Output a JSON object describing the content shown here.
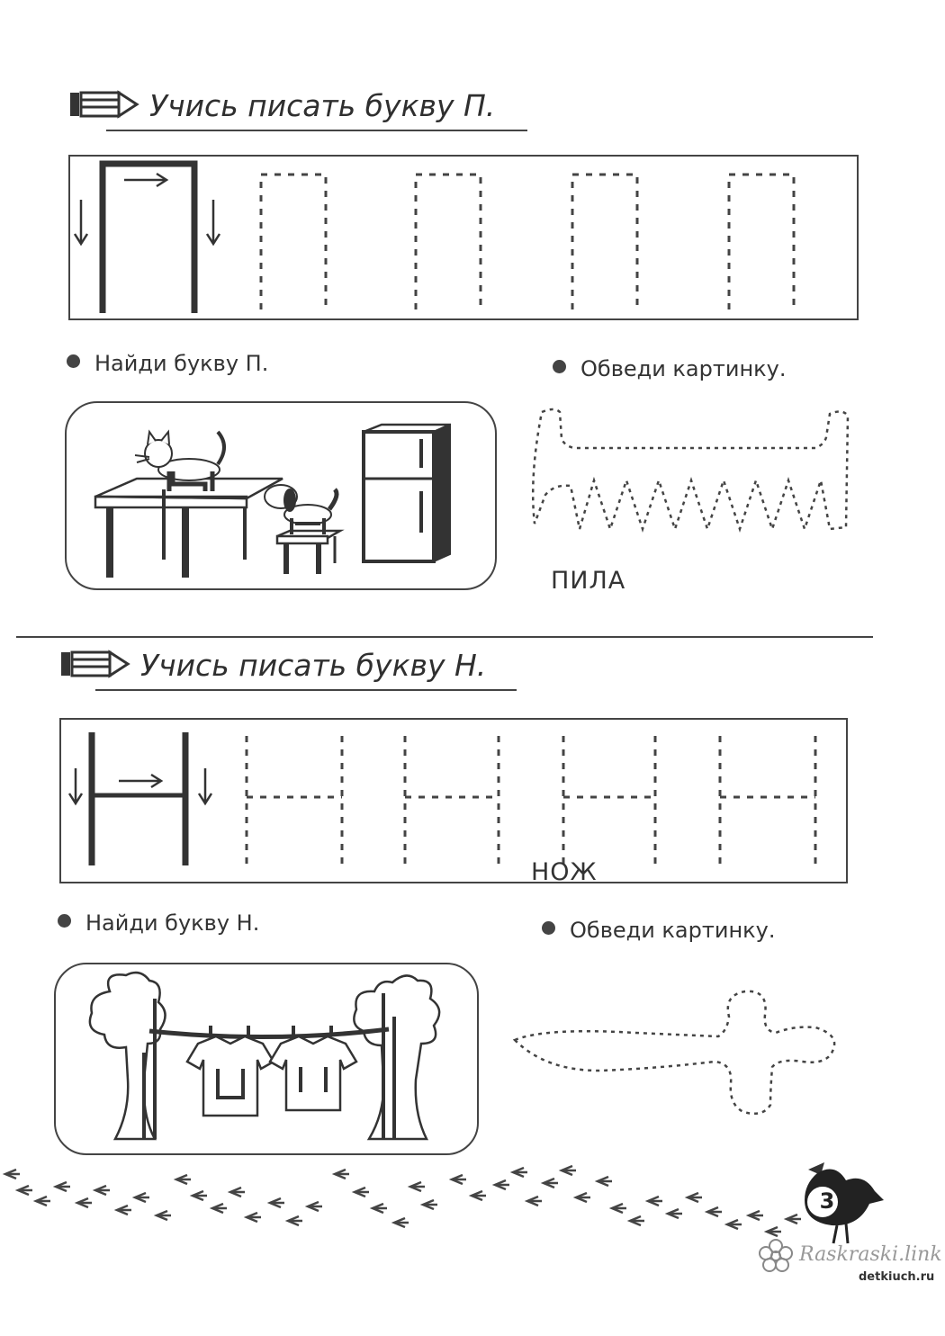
{
  "section_p": {
    "title": "Учись писать букву П.",
    "find_label": "Найди букву П.",
    "trace_label": "Обведи картинку.",
    "word": "ПИЛА"
  },
  "section_n": {
    "title": "Учись писать букву Н.",
    "find_label": "Найди букву Н.",
    "trace_label": "Обведи картинку.",
    "word": "НОЖ"
  },
  "page_number": "3",
  "watermark": "Raskraski.link",
  "site": "detkiuch.ru",
  "icons": [
    "pencil-icon",
    "arrow-down-icon",
    "arrow-right-icon",
    "cat-icon",
    "dog-icon",
    "table-icon",
    "stool-icon",
    "fridge-icon",
    "tree-icon",
    "shirt-icon",
    "saw-outline",
    "knife-outline",
    "bird-icon",
    "flower-icon",
    "footprint-icon"
  ]
}
